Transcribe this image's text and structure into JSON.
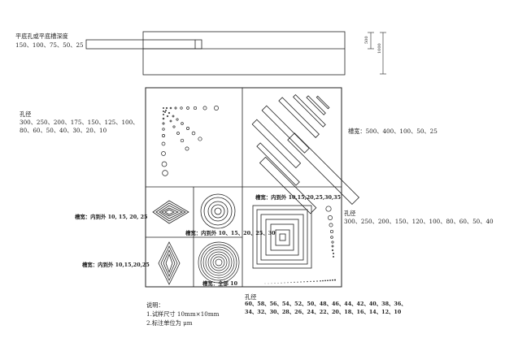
{
  "top_section": {
    "title": "平底孔或平底槽深度",
    "values": "150、100、75、50、25",
    "dim_inner": "500",
    "dim_outer": "1000"
  },
  "holes_left": {
    "label": "孔径",
    "values_line1": "300、250、200、175、150、125、100、",
    "values_line2": "80、60、50、40、30、20、10"
  },
  "slots_right": {
    "label": "槽宽：500、400、100、50、25"
  },
  "diamond_top": {
    "label": "槽宽：内到外 10, 15, 20, 25"
  },
  "circles_top": {
    "label": "槽宽：内到外 10、15、20、25、30"
  },
  "diamond_bottom": {
    "label": "槽宽：内到外 10,15,20,25"
  },
  "circles_bottom": {
    "label": "槽宽：全部 10"
  },
  "squares": {
    "label": "槽宽：内到外 10,15,20,25,30,35"
  },
  "holes_right": {
    "label": "孔径",
    "values": "300、250、200、150、120、100、80、60、50、40"
  },
  "holes_bottom": {
    "label": "孔径",
    "values_line1": "60、58、56、54、52、50、48、46、44、42、40、38、36、",
    "values_line2": "34、32、30、28、26、24、22、20、18、16、14、12、10"
  },
  "notes": {
    "title": "说明：",
    "line1": "1.试样尺寸 10mm×10mm",
    "line2": "2.标注单位为 μm"
  }
}
